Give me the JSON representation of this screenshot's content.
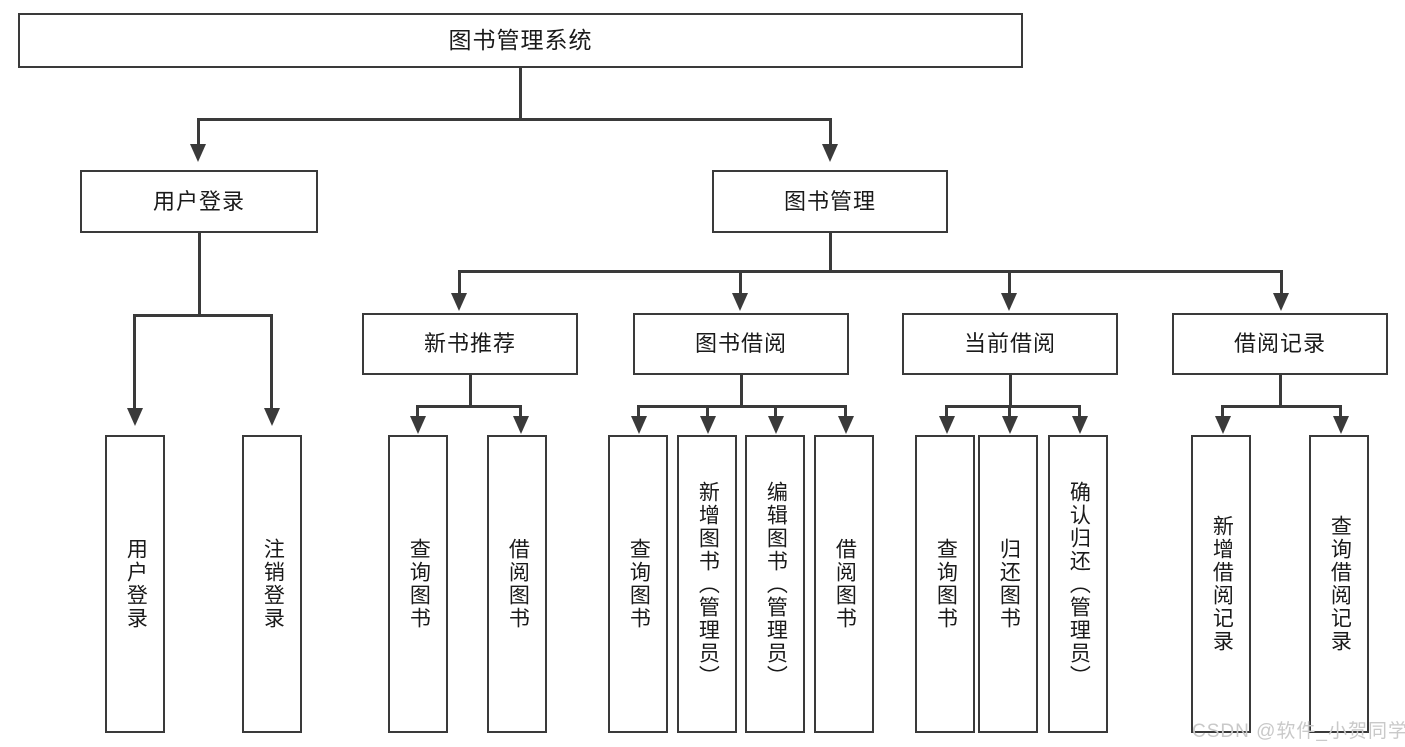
{
  "diagram": {
    "type": "tree-hierarchy-chart",
    "title": "图书管理系统",
    "root": {
      "label": "图书管理系统"
    },
    "level2": [
      {
        "label": "用户登录"
      },
      {
        "label": "图书管理"
      }
    ],
    "level3": [
      {
        "label": "新书推荐"
      },
      {
        "label": "图书借阅"
      },
      {
        "label": "当前借阅"
      },
      {
        "label": "借阅记录"
      }
    ],
    "leaves": {
      "user_login": [
        {
          "label": "用户登录"
        },
        {
          "label": "注销登录"
        }
      ],
      "new_book_recommend": [
        {
          "label": "查询图书"
        },
        {
          "label": "借阅图书"
        }
      ],
      "book_borrow": [
        {
          "label": "查询图书"
        },
        {
          "label": "新增图书（管理员）"
        },
        {
          "label": "编辑图书（管理员）"
        },
        {
          "label": "借阅图书"
        }
      ],
      "current_borrow": [
        {
          "label": "查询图书"
        },
        {
          "label": "归还图书"
        },
        {
          "label": "确认归还（管理员）"
        }
      ],
      "borrow_record": [
        {
          "label": "新增借阅记录"
        },
        {
          "label": "查询借阅记录"
        }
      ]
    }
  },
  "watermark": {
    "text": "CSDN @软件_小贺同学"
  },
  "colors": {
    "stroke": "#3a3a3a",
    "text": "#1a1a1a",
    "background": "#ffffff",
    "watermark": "#c9c9c9"
  }
}
